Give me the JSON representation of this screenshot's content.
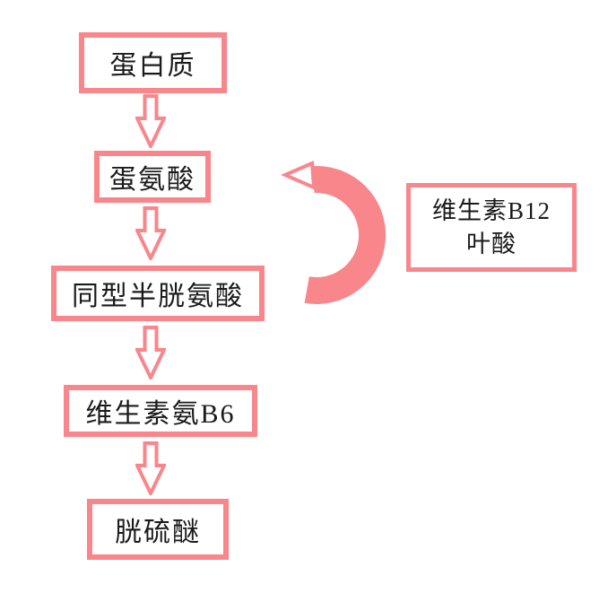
{
  "diagram": {
    "type": "flowchart",
    "background_color": "#FFFFFF",
    "accent_color": "#F8868B",
    "text_color": "#1A1A1A",
    "nodes": [
      {
        "id": "protein",
        "label": "蛋白质"
      },
      {
        "id": "methionine",
        "label": "蛋氨酸"
      },
      {
        "id": "homocysteine",
        "label": "同型半胱氨酸"
      },
      {
        "id": "vitamin-b6",
        "label": "维生素氨B6"
      },
      {
        "id": "cystathionine",
        "label": "胱硫醚"
      }
    ],
    "side_node": {
      "id": "vitamin-b12-folate",
      "line1": "维生素B12",
      "line2": "叶酸"
    },
    "edges": [
      {
        "from": "protein",
        "to": "methionine",
        "icon": "down-arrow-icon"
      },
      {
        "from": "methionine",
        "to": "homocysteine",
        "icon": "down-arrow-icon"
      },
      {
        "from": "homocysteine",
        "to": "vitamin-b6",
        "icon": "down-arrow-icon"
      },
      {
        "from": "vitamin-b6",
        "to": "cystathionine",
        "icon": "down-arrow-icon"
      },
      {
        "from": "homocysteine",
        "to": "methionine",
        "icon": "cycle-arrow-icon",
        "via": "维生素B12 叶酸"
      }
    ]
  }
}
